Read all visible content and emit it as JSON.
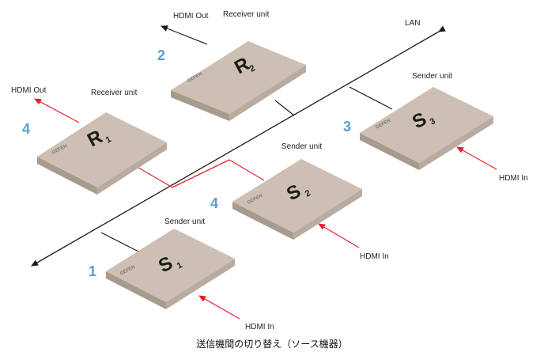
{
  "colors": {
    "lan_line": "#1a1a1a",
    "hdmi_in_arrow": "#e8202a",
    "active_link": "#e8202a",
    "number": "#5a9fd4",
    "box_top": "#cbbcb0",
    "box_side": "#b5a699"
  },
  "labels": {
    "lan": "LAN",
    "hdmi_out": "HDMI Out",
    "hdmi_in": "HDMI In",
    "receiver_unit": "Receiver unit",
    "sender_unit": "Sender unit",
    "brand": "GEFEN"
  },
  "devices": [
    {
      "id": "R2",
      "letter": "R",
      "sub": "2",
      "number": "2",
      "caption": "Receiver unit",
      "io": "HDMI Out"
    },
    {
      "id": "R1",
      "letter": "R",
      "sub": "1",
      "number": "4",
      "caption": "Receiver unit",
      "io": "HDMI Out"
    },
    {
      "id": "S3",
      "letter": "S",
      "sub": "3",
      "number": "3",
      "caption": "Sender unit",
      "io": "HDMI In"
    },
    {
      "id": "S2",
      "letter": "S",
      "sub": "2",
      "number": "4",
      "caption": "Sender unit",
      "io": "HDMI In"
    },
    {
      "id": "S1",
      "letter": "S",
      "sub": "1",
      "number": "1",
      "caption": "Sender unit",
      "io": "HDMI In"
    }
  ],
  "caption": "送信機間の切り替え（ソース機器）"
}
